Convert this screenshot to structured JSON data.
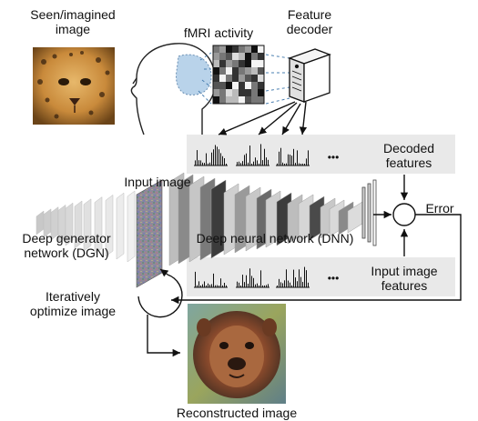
{
  "labels": {
    "seen_image": "Seen/imagined\nimage",
    "fmri_activity": "fMRI activity",
    "feature_decoder": "Feature\ndecoder",
    "decoded_features": "Decoded\nfeatures",
    "input_image": "Input image",
    "error": "Error",
    "dgn": "Deep generator\nnetwork (DGN)",
    "dnn": "Deep neural network (DNN)",
    "input_image_features": "Input image\nfeatures",
    "iteratively_optimize": "Iteratively\noptimize image",
    "reconstructed_image": "Reconstructed image",
    "ellipsis_decoded": "•••",
    "ellipsis_input": "•••"
  },
  "colors": {
    "panel_gray": "#e9e9e9",
    "layer_dark": "#3c3c3c",
    "layer_mid": "#8a8a8a",
    "layer_light": "#c8c8c8",
    "leopard_base": "#c98a3b",
    "bear_base": "#8a4a2c"
  }
}
